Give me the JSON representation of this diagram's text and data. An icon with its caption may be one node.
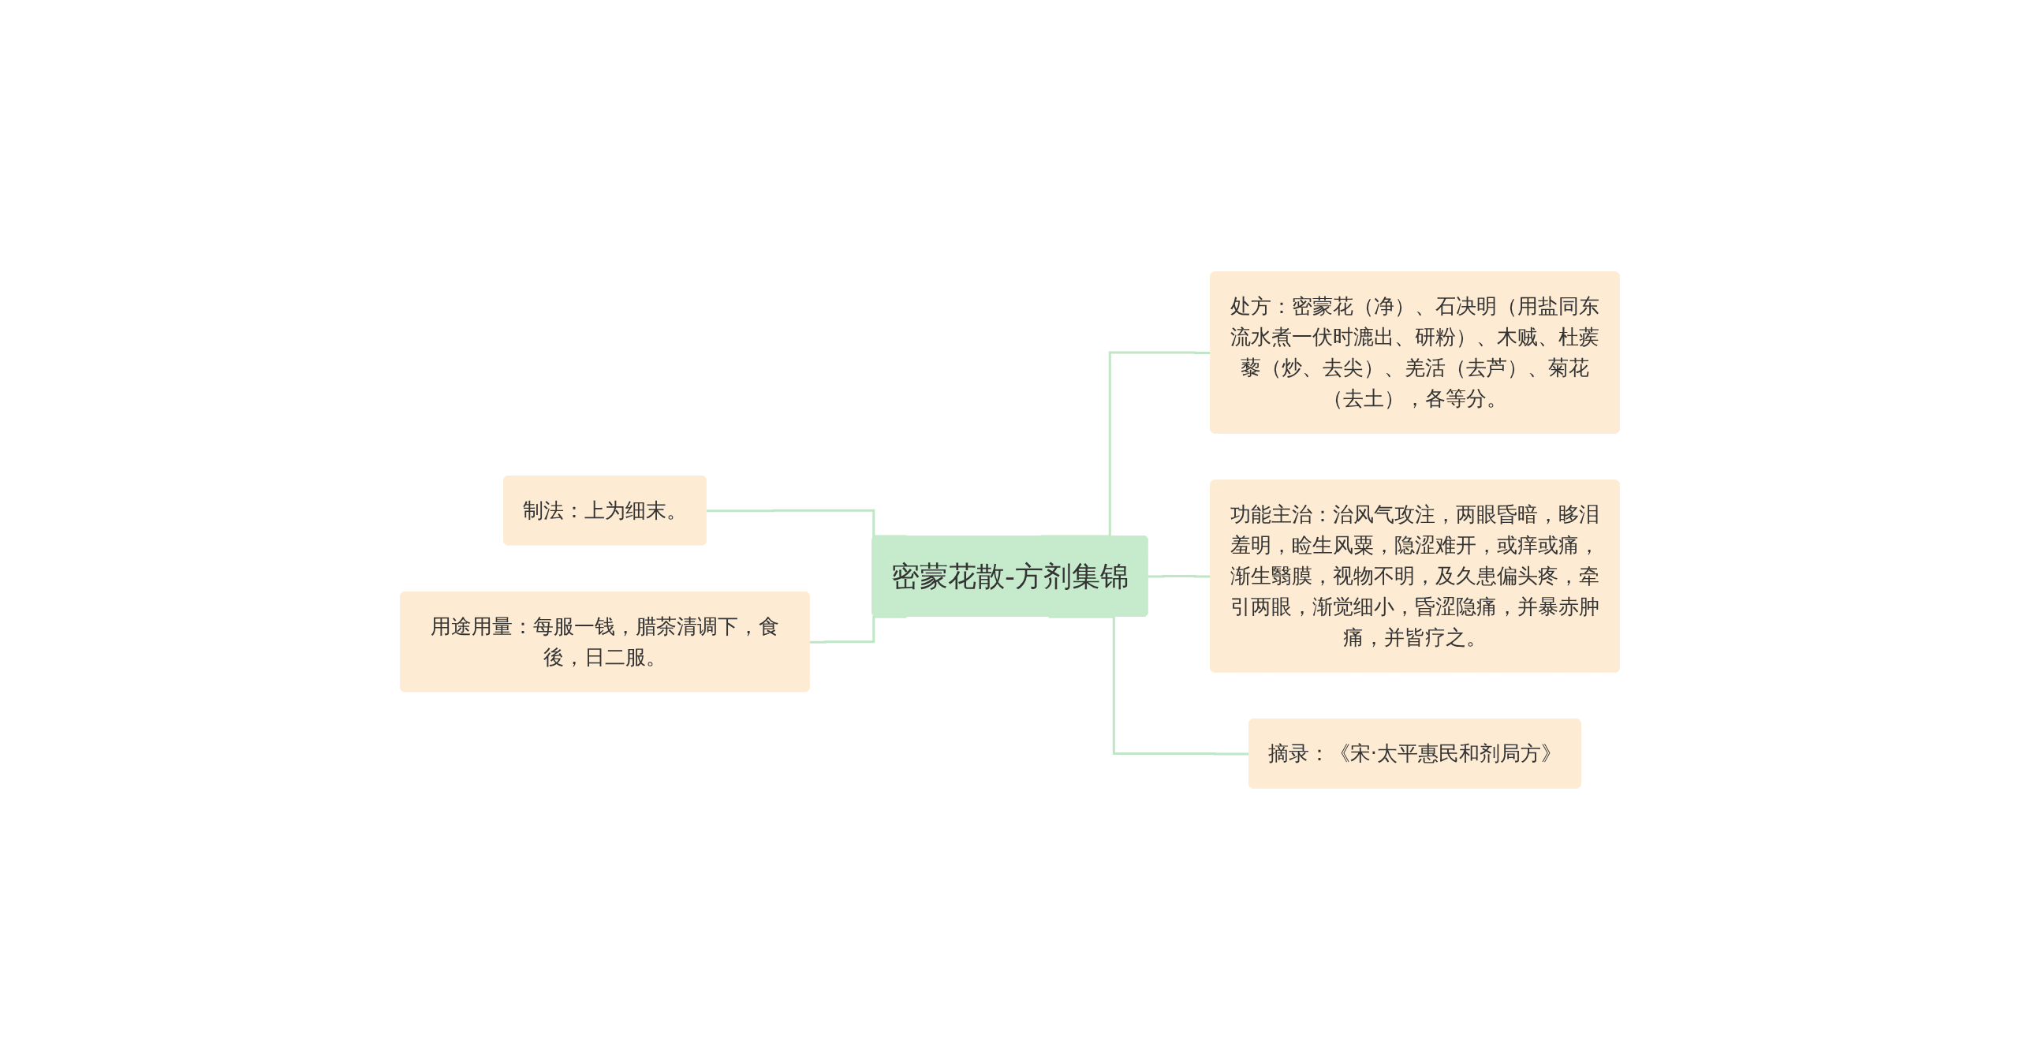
{
  "diagram": {
    "nodes": [
      {
        "text": [
          "制法：上为细末。"
        ]
      },
      {
        "text": [
          "用途用量：每服一钱，腊茶清调下，食後，日二服。"
        ]
      },
      {
        "text": [
          "密蒙花散-方剂集锦"
        ]
      },
      {
        "text": [
          "处方：密蒙花（净）、石决明（用盐同东流水煮一伏时漉出、研粉）、木贼、杜蒺藜（炒、去尖）、羌活（去芦）、菊花（去土），各等分。"
        ]
      },
      {
        "text": [
          "功能主治：治风气攻注，两眼昏暗，眵泪羞明，睑生风粟，隐涩难开，或痒或痛，渐生翳膜，视物不明，及久患偏头疼，牵引两眼，渐觉细小，昏涩隐痛，并暴赤肿痛，并皆疗之。"
        ]
      },
      {
        "text": [
          "摘录：《宋·太平惠民和剂局方》"
        ]
      }
    ],
    "edges": [
      {
        "from": 0,
        "to": 2,
        "arrow": "none"
      },
      {
        "from": 1,
        "to": 2,
        "arrow": "none"
      },
      {
        "from": 2,
        "to": 3,
        "arrow": "none"
      },
      {
        "from": 2,
        "to": 4,
        "arrow": "none"
      },
      {
        "from": 2,
        "to": 5,
        "arrow": "none"
      }
    ]
  }
}
